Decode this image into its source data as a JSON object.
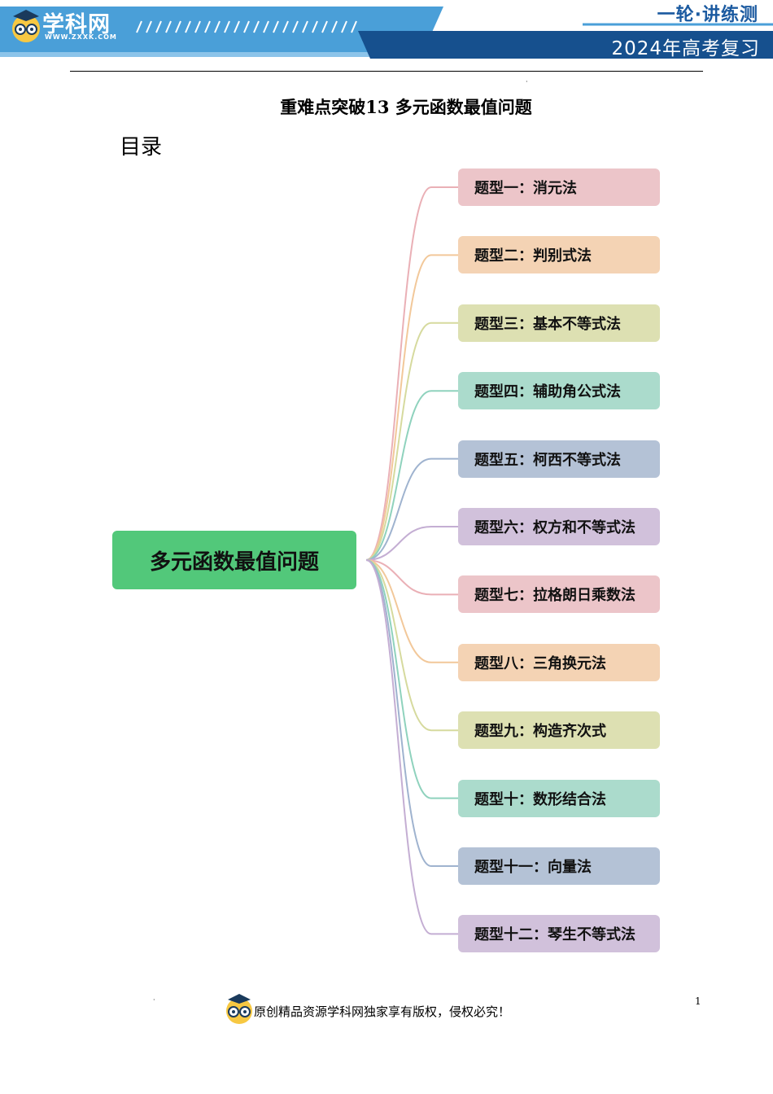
{
  "header": {
    "logo_text": "学科网",
    "logo_url": "WWW.ZXXK.COM",
    "series_tag": "一轮·讲练测",
    "year_tag": "2024年高考复习"
  },
  "document": {
    "title": "重难点突破13 多元函数最值问题",
    "toc_heading": "目录"
  },
  "mindmap": {
    "root": "多元函数最值问题",
    "branches": [
      {
        "label": "题型一：消元法",
        "color": "#ecc5c9"
      },
      {
        "label": "题型二：判别式法",
        "color": "#f4d3b4"
      },
      {
        "label": "题型三：基本不等式法",
        "color": "#dde0b2"
      },
      {
        "label": "题型四：辅助角公式法",
        "color": "#abdbcc"
      },
      {
        "label": "题型五：柯西不等式法",
        "color": "#b4c2d6"
      },
      {
        "label": "题型六：权方和不等式法",
        "color": "#d1c1db"
      },
      {
        "label": "题型七：拉格朗日乘数法",
        "color": "#ecc5c9"
      },
      {
        "label": "题型八：三角换元法",
        "color": "#f4d3b4"
      },
      {
        "label": "题型九：构造齐次式",
        "color": "#dde0b2"
      },
      {
        "label": "题型十：数形结合法",
        "color": "#abdbcc"
      },
      {
        "label": "题型十一：向量法",
        "color": "#b4c2d6"
      },
      {
        "label": "题型十二：琴生不等式法",
        "color": "#d1c1db"
      }
    ],
    "line_colors": [
      "#eab0b6",
      "#f2c89a",
      "#d6da9e",
      "#8fd2bd",
      "#9fb3cf",
      "#c4aed3",
      "#eab0b6",
      "#f2c89a",
      "#d6da9e",
      "#8fd2bd",
      "#9fb3cf",
      "#c4aed3"
    ]
  },
  "footer": {
    "notice": "原创精品资源学科网独家享有版权，侵权必究！",
    "page_number": "1"
  },
  "colors": {
    "header_light_blue": "#4a9fd8",
    "header_dark_blue": "#16508e",
    "root_green": "#52c87a"
  }
}
